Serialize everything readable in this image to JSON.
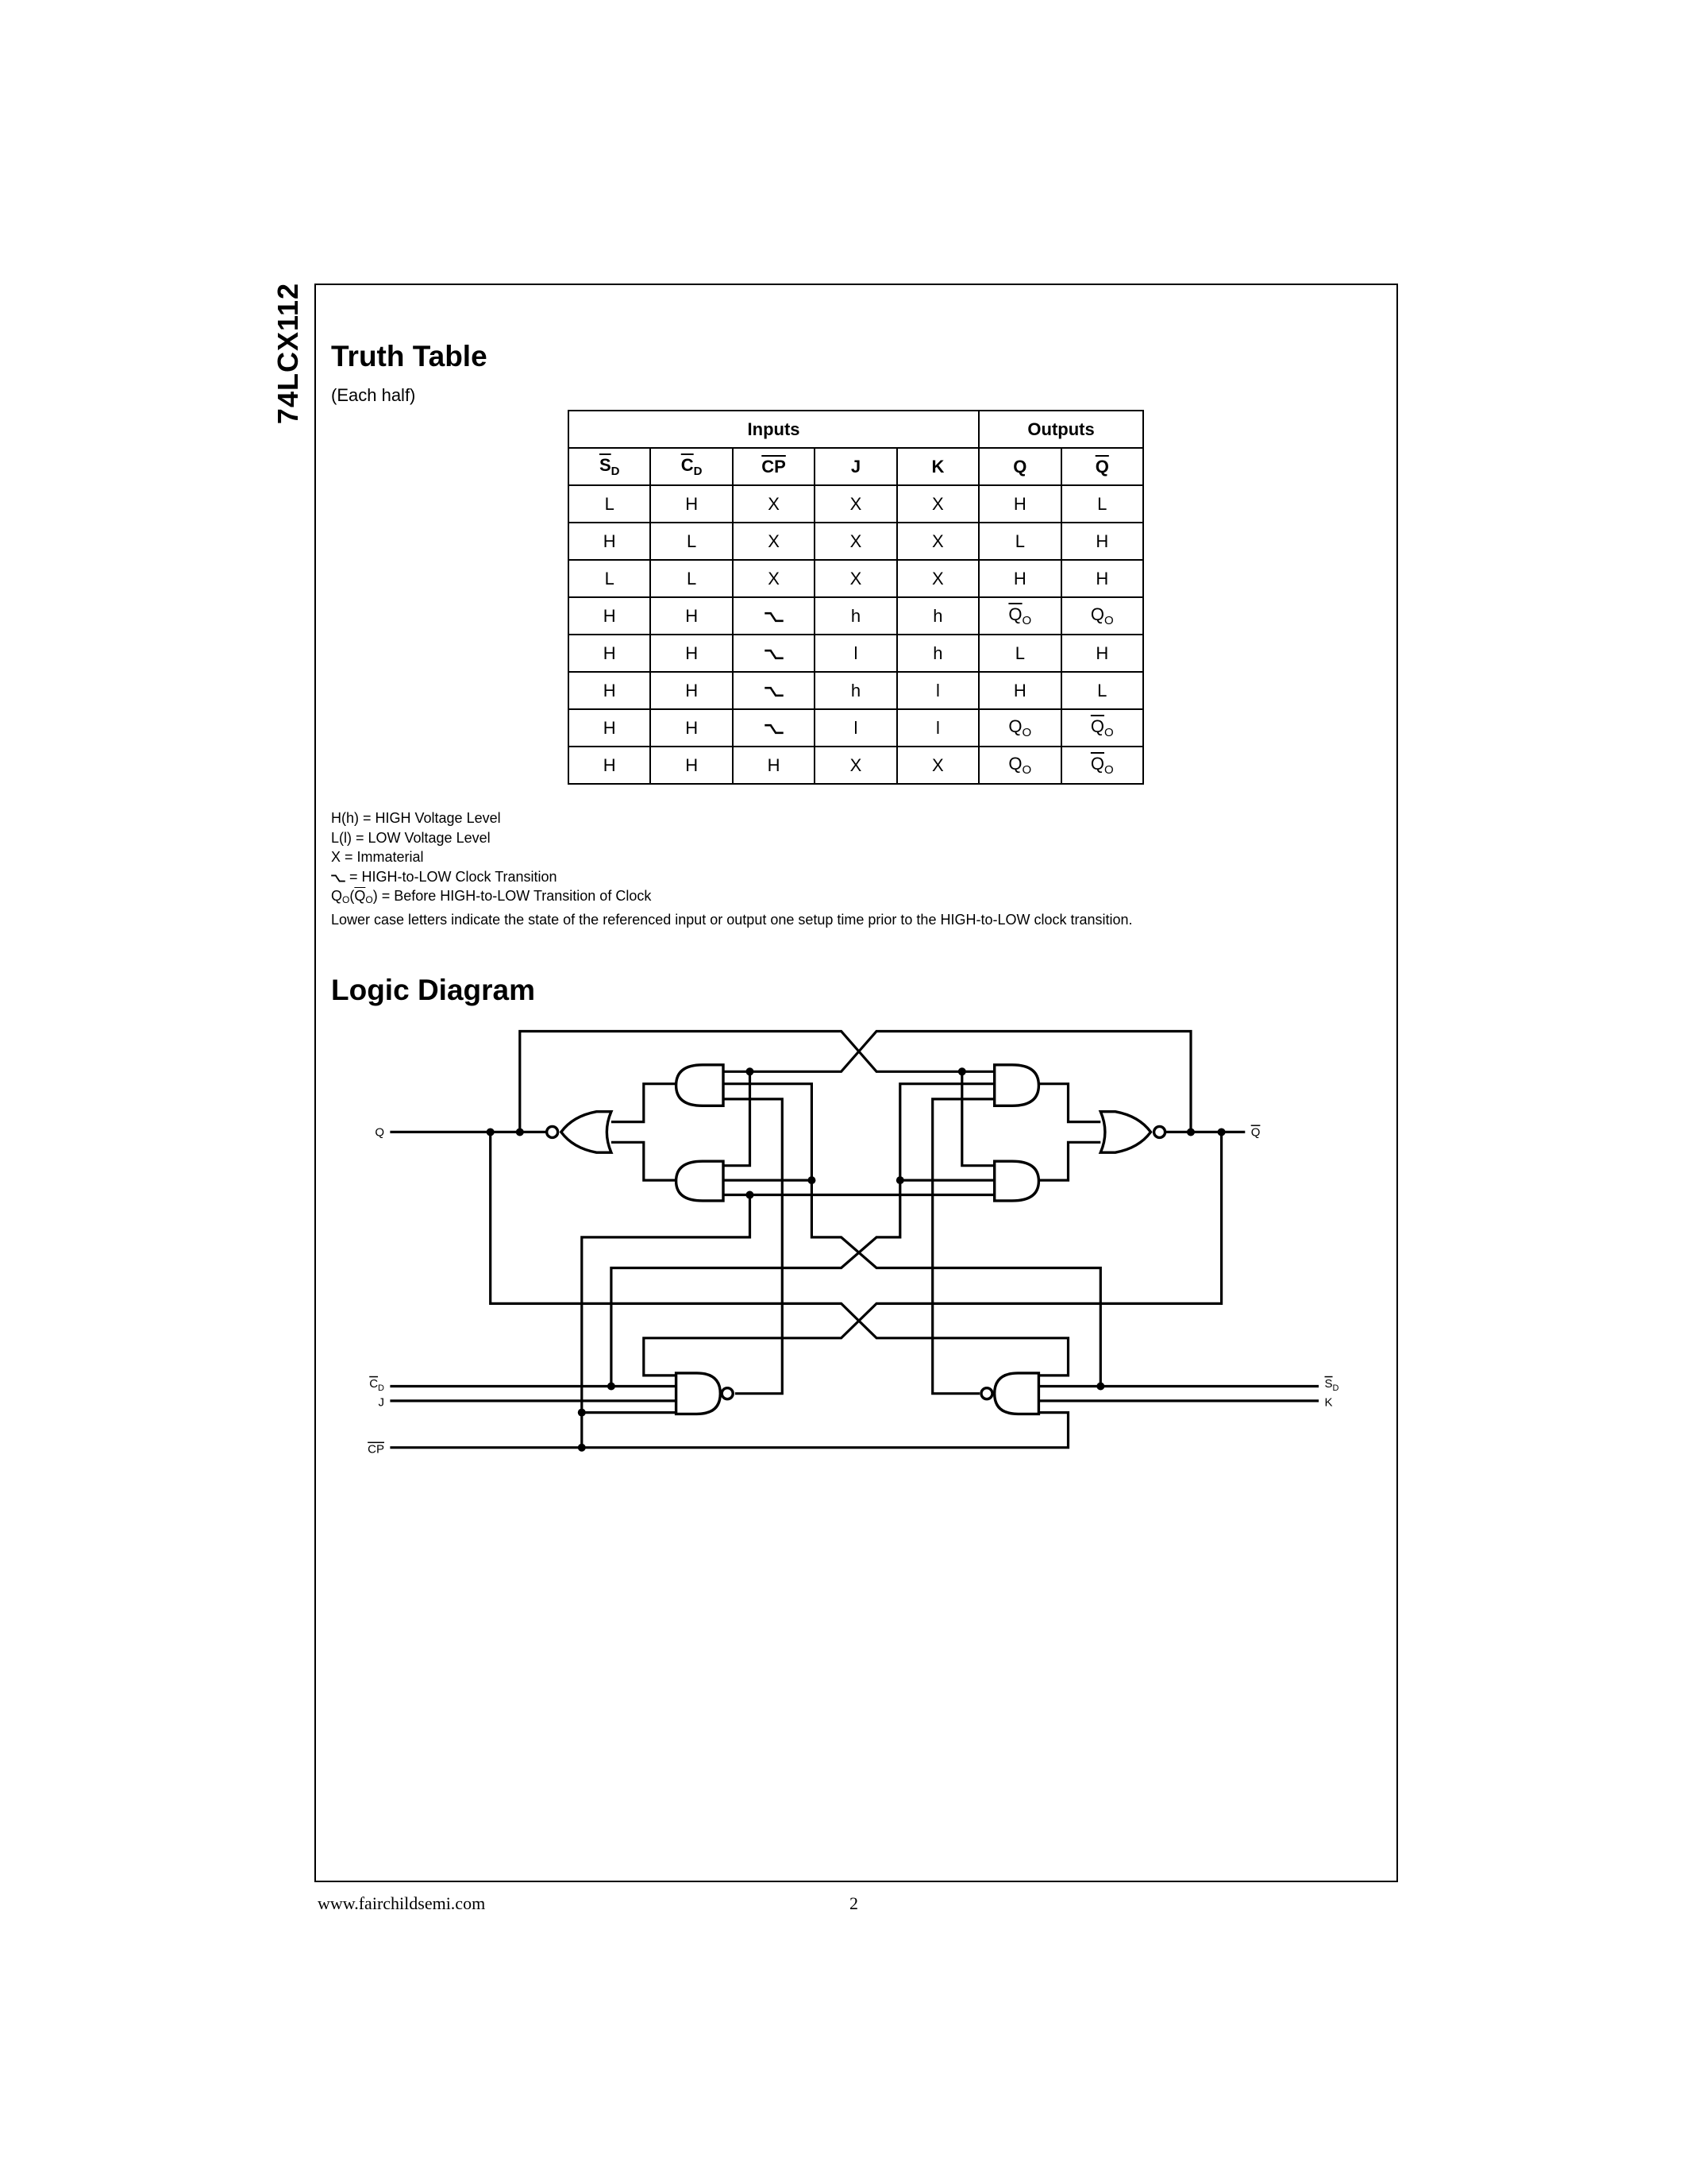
{
  "part_number": "74LCX112",
  "truth_table": {
    "title": "Truth Table",
    "subtitle": "(Each half)",
    "group_headers": [
      {
        "label": "Inputs",
        "span": 5
      },
      {
        "label": "Outputs",
        "span": 2
      }
    ],
    "columns": [
      {
        "text": "S",
        "sub": "D",
        "bar": true
      },
      {
        "text": "C",
        "sub": "D",
        "bar": true
      },
      {
        "text": "CP",
        "bar": true
      },
      {
        "text": "J"
      },
      {
        "text": "K"
      },
      {
        "text": "Q"
      },
      {
        "text": "Q",
        "bar": true
      }
    ],
    "rows": [
      [
        {
          "text": "L"
        },
        {
          "text": "H"
        },
        {
          "text": "X"
        },
        {
          "text": "X"
        },
        {
          "text": "X"
        },
        {
          "text": "H"
        },
        {
          "text": "L"
        }
      ],
      [
        {
          "text": "H"
        },
        {
          "text": "L"
        },
        {
          "text": "X"
        },
        {
          "text": "X"
        },
        {
          "text": "X"
        },
        {
          "text": "L"
        },
        {
          "text": "H"
        }
      ],
      [
        {
          "text": "L"
        },
        {
          "text": "L"
        },
        {
          "text": "X"
        },
        {
          "text": "X"
        },
        {
          "text": "X"
        },
        {
          "text": "H"
        },
        {
          "text": "H"
        }
      ],
      [
        {
          "text": "H"
        },
        {
          "text": "H"
        },
        {
          "icon": "falling-edge-icon"
        },
        {
          "text": "h"
        },
        {
          "text": "h"
        },
        {
          "text": "Q",
          "sub": "O",
          "bar": true
        },
        {
          "text": "Q",
          "sub": "O"
        }
      ],
      [
        {
          "text": "H"
        },
        {
          "text": "H"
        },
        {
          "icon": "falling-edge-icon"
        },
        {
          "text": "l"
        },
        {
          "text": "h"
        },
        {
          "text": "L"
        },
        {
          "text": "H"
        }
      ],
      [
        {
          "text": "H"
        },
        {
          "text": "H"
        },
        {
          "icon": "falling-edge-icon"
        },
        {
          "text": "h"
        },
        {
          "text": "l"
        },
        {
          "text": "H"
        },
        {
          "text": "L"
        }
      ],
      [
        {
          "text": "H"
        },
        {
          "text": "H"
        },
        {
          "icon": "falling-edge-icon"
        },
        {
          "text": "l"
        },
        {
          "text": "l"
        },
        {
          "text": "Q",
          "sub": "O"
        },
        {
          "text": "Q",
          "sub": "O",
          "bar": true
        }
      ],
      [
        {
          "text": "H"
        },
        {
          "text": "H"
        },
        {
          "text": "H"
        },
        {
          "text": "X"
        },
        {
          "text": "X"
        },
        {
          "text": "Q",
          "sub": "O"
        },
        {
          "text": "Q",
          "sub": "O",
          "bar": true
        }
      ]
    ],
    "legend": [
      [
        {
          "text": "H(h) = HIGH Voltage Level"
        }
      ],
      [
        {
          "text": "L(l) = LOW Voltage Level"
        }
      ],
      [
        {
          "text": "X = Immaterial"
        }
      ],
      [
        {
          "icon": "falling-edge-icon"
        },
        {
          "text": " = HIGH-to-LOW Clock Transition"
        }
      ],
      [
        {
          "text": "Q",
          "sub": "O"
        },
        {
          "text": "("
        },
        {
          "text": "Q",
          "sub": "O",
          "bar": true
        },
        {
          "text": ") = Before HIGH-to-LOW Transition of Clock"
        }
      ],
      [
        {
          "text": "Lower case letters indicate the state of the referenced input or output one setup time prior to the HIGH-to-LOW clock transition."
        }
      ]
    ]
  },
  "logic_diagram": {
    "title": "Logic Diagram",
    "labels": {
      "q": {
        "text": "Q"
      },
      "q_bar": {
        "text": "Q",
        "bar": true
      },
      "cd": {
        "text": "C",
        "sub": "D",
        "bar": true
      },
      "j": {
        "text": "J"
      },
      "cp": {
        "text": "CP",
        "bar": true
      },
      "sd": {
        "text": "S",
        "sub": "D",
        "bar": true
      },
      "k": {
        "text": "K"
      }
    }
  },
  "footer": {
    "url": "www.fairchildsemi.com",
    "page_number": "2"
  }
}
